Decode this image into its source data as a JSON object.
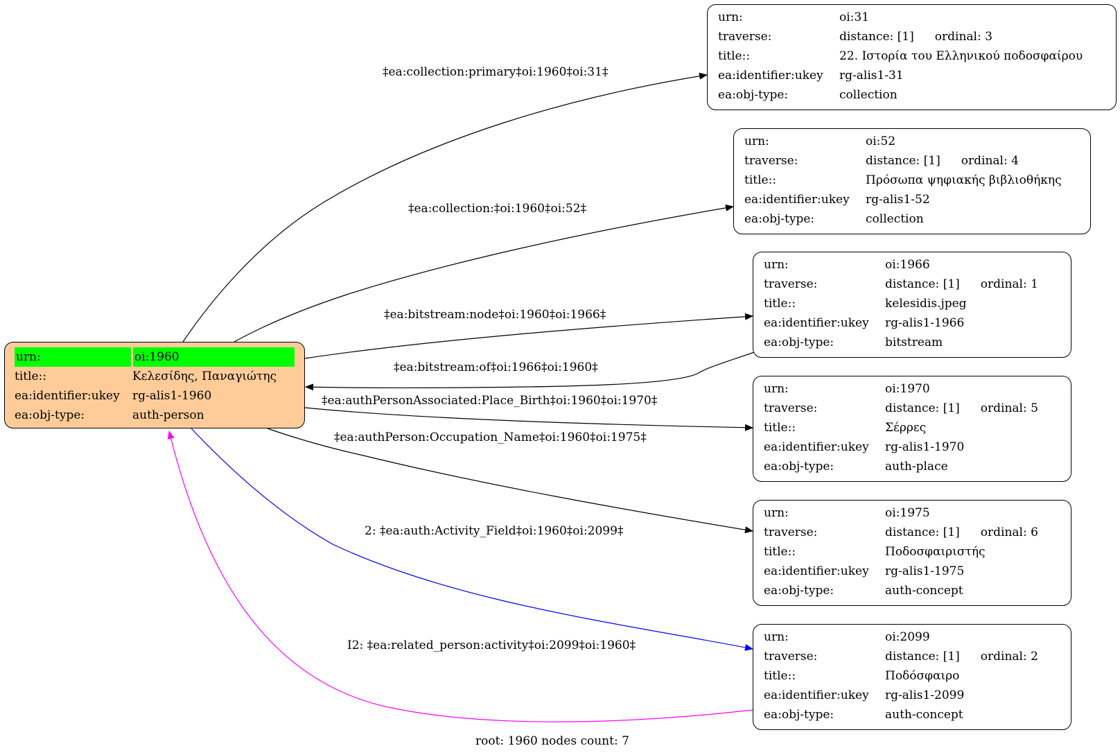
{
  "root_node": {
    "rows": [
      {
        "key": "urn:",
        "value": "oi:1960"
      },
      {
        "key": "title::",
        "value": "Κελεσίδης, Παναγιώτης"
      },
      {
        "key": "ea:identifier:ukey",
        "value": "rg-alis1-1960"
      },
      {
        "key": "ea:obj-type:",
        "value": "auth-person"
      }
    ],
    "fill_color": "#ffcc99",
    "highlight_color": "#00ff00"
  },
  "nodes": [
    {
      "urn": "oi:31",
      "distance": "distance: [1]",
      "ordinal": "ordinal: 3",
      "title": "22. Ιστορία του Ελληνικού ποδοσφαίρου",
      "ukey": "rg-alis1-31",
      "obj_type": "collection"
    },
    {
      "urn": "oi:52",
      "distance": "distance: [1]",
      "ordinal": "ordinal: 4",
      "title": "Πρόσωπα ψηφιακής βιβλιοθήκης",
      "ukey": "rg-alis1-52",
      "obj_type": "collection"
    },
    {
      "urn": "oi:1966",
      "distance": "distance: [1]",
      "ordinal": "ordinal: 1",
      "title": "kelesidis.jpeg",
      "ukey": "rg-alis1-1966",
      "obj_type": "bitstream"
    },
    {
      "urn": "oi:1970",
      "distance": "distance: [1]",
      "ordinal": "ordinal: 5",
      "title": "Σέρρες",
      "ukey": "rg-alis1-1970",
      "obj_type": "auth-place"
    },
    {
      "urn": "oi:1975",
      "distance": "distance: [1]",
      "ordinal": "ordinal: 6",
      "title": "Ποδοσφαιριστής",
      "ukey": "rg-alis1-1975",
      "obj_type": "auth-concept"
    },
    {
      "urn": "oi:2099",
      "distance": "distance: [1]",
      "ordinal": "ordinal: 2",
      "title": "Ποδόσφαιρο",
      "ukey": "rg-alis1-2099",
      "obj_type": "auth-concept"
    }
  ],
  "labels": {
    "urn": "urn:",
    "traverse": "traverse:",
    "title": "title::",
    "ukey": "ea:identifier:ukey",
    "obj_type": "ea:obj-type:"
  },
  "edges": [
    {
      "label": "‡ea:collection:primary‡oi:1960‡oi:31‡",
      "color": "#000000"
    },
    {
      "label": "‡ea:collection:‡oi:1960‡oi:52‡",
      "color": "#000000"
    },
    {
      "label": "‡ea:bitstream:node‡oi:1960‡oi:1966‡",
      "color": "#000000"
    },
    {
      "label": "‡ea:bitstream:of‡oi:1966‡oi:1960‡",
      "color": "#000000"
    },
    {
      "label": "‡ea:authPersonAssociated:Place_Birth‡oi:1960‡oi:1970‡",
      "color": "#000000"
    },
    {
      "label": "‡ea:authPerson:Occupation_Name‡oi:1960‡oi:1975‡",
      "color": "#000000"
    },
    {
      "label": "2: ‡ea:auth:Activity_Field‡oi:1960‡oi:2099‡",
      "color": "#0000ff"
    },
    {
      "label": "I2: ‡ea:related_person:activity‡oi:2099‡oi:1960‡",
      "color": "#ff00ff"
    }
  ],
  "footer": "root: 1960 nodes count: 7"
}
